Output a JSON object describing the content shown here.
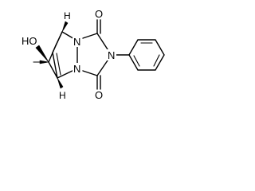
{
  "structure": {
    "atom_labels": {
      "hydroxyl": "HO",
      "n_upper": "N",
      "n_lower": "N",
      "n_imide": "N",
      "o_upper": "O",
      "o_lower": "O",
      "h_upper": "H",
      "h_lower": "H"
    }
  }
}
